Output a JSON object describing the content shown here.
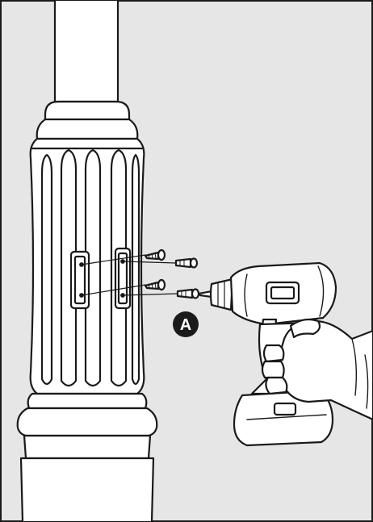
{
  "diagram": {
    "callout": {
      "label": "A"
    },
    "colors": {
      "background": "#e6e6e6",
      "frame": "#1a1a1a",
      "part_fill": "#ffffff",
      "stroke": "#1a1a1a",
      "callout_fill": "#1a1a1a",
      "callout_text": "#ffffff"
    },
    "icons": [
      "column-post",
      "decorative-sleeve",
      "bracket-plate",
      "screw",
      "wall-anchor",
      "cordless-drill",
      "gloved-hand"
    ]
  }
}
